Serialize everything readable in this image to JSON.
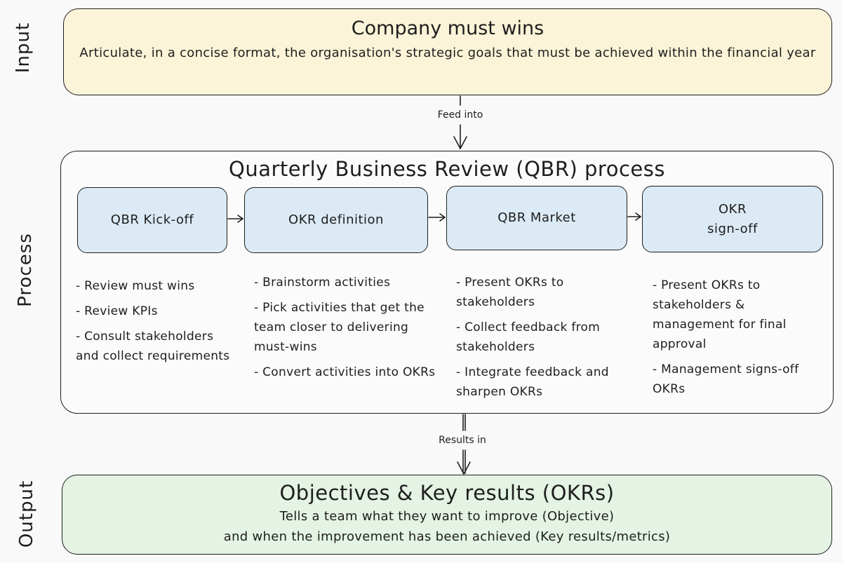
{
  "side_labels": {
    "input": "Input",
    "process": "Process",
    "output": "Output"
  },
  "input": {
    "title": "Company must wins",
    "description": "Articulate, in a concise format, the organisation's strategic goals that must be achieved within the financial year"
  },
  "connectors": {
    "feed_into": "Feed into",
    "results_in": "Results in"
  },
  "process": {
    "title": "Quarterly Business Review (QBR) process",
    "steps": [
      {
        "label": "QBR Kick-off",
        "bullets": [
          "- Review must wins",
          "- Review KPIs",
          "- Consult stakeholders and collect requirements"
        ]
      },
      {
        "label": "OKR definition",
        "bullets": [
          "- Brainstorm activities",
          "- Pick activities that get the team closer to delivering must-wins",
          "- Convert activities into OKRs"
        ]
      },
      {
        "label": "QBR Market",
        "bullets": [
          "- Present OKRs to stakeholders",
          "- Collect feedback from stakeholders",
          "- Integrate feedback and sharpen OKRs"
        ]
      },
      {
        "label": "OKR sign-off",
        "bullets": [
          "- Present OKRs to stakeholders & management for final approval",
          "- Management signs-off OKRs"
        ]
      }
    ]
  },
  "output": {
    "title": "Objectives & Key results (OKRs)",
    "description_line1": "Tells a team what they want to improve (Objective)",
    "description_line2": "and when the improvement has been achieved (Key results/metrics)"
  },
  "colors": {
    "input_fill": "#fbf4d8",
    "process_step_fill": "#dbeaf4",
    "output_fill": "#e4f3e3",
    "stroke": "#1e1e1e"
  }
}
